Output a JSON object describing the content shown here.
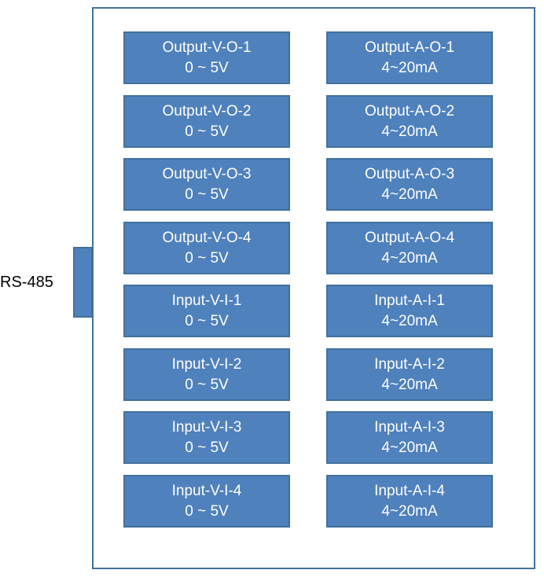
{
  "port": {
    "label": "RS-485"
  },
  "colors": {
    "box_fill": "#4f81bd",
    "box_border": "#41719c",
    "text": "#ffffff"
  },
  "voltage_channels": [
    {
      "name": "Output-V-O-1",
      "range": "0 ~ 5V"
    },
    {
      "name": "Output-V-O-2",
      "range": "0 ~ 5V"
    },
    {
      "name": "Output-V-O-3",
      "range": "0 ~ 5V"
    },
    {
      "name": "Output-V-O-4",
      "range": "0 ~ 5V"
    },
    {
      "name": "Input-V-I-1",
      "range": "0 ~ 5V"
    },
    {
      "name": "Input-V-I-2",
      "range": "0 ~ 5V"
    },
    {
      "name": "Input-V-I-3",
      "range": "0 ~ 5V"
    },
    {
      "name": "Input-V-I-4",
      "range": "0 ~ 5V"
    }
  ],
  "current_channels": [
    {
      "name": "Output-A-O-1",
      "range": "4~20mA"
    },
    {
      "name": "Output-A-O-2",
      "range": "4~20mA"
    },
    {
      "name": "Output-A-O-3",
      "range": "4~20mA"
    },
    {
      "name": "Output-A-O-4",
      "range": "4~20mA"
    },
    {
      "name": "Input-A-I-1",
      "range": "4~20mA"
    },
    {
      "name": "Input-A-I-2",
      "range": "4~20mA"
    },
    {
      "name": "Input-A-I-3",
      "range": "4~20mA"
    },
    {
      "name": "Input-A-I-4",
      "range": "4~20mA"
    }
  ]
}
